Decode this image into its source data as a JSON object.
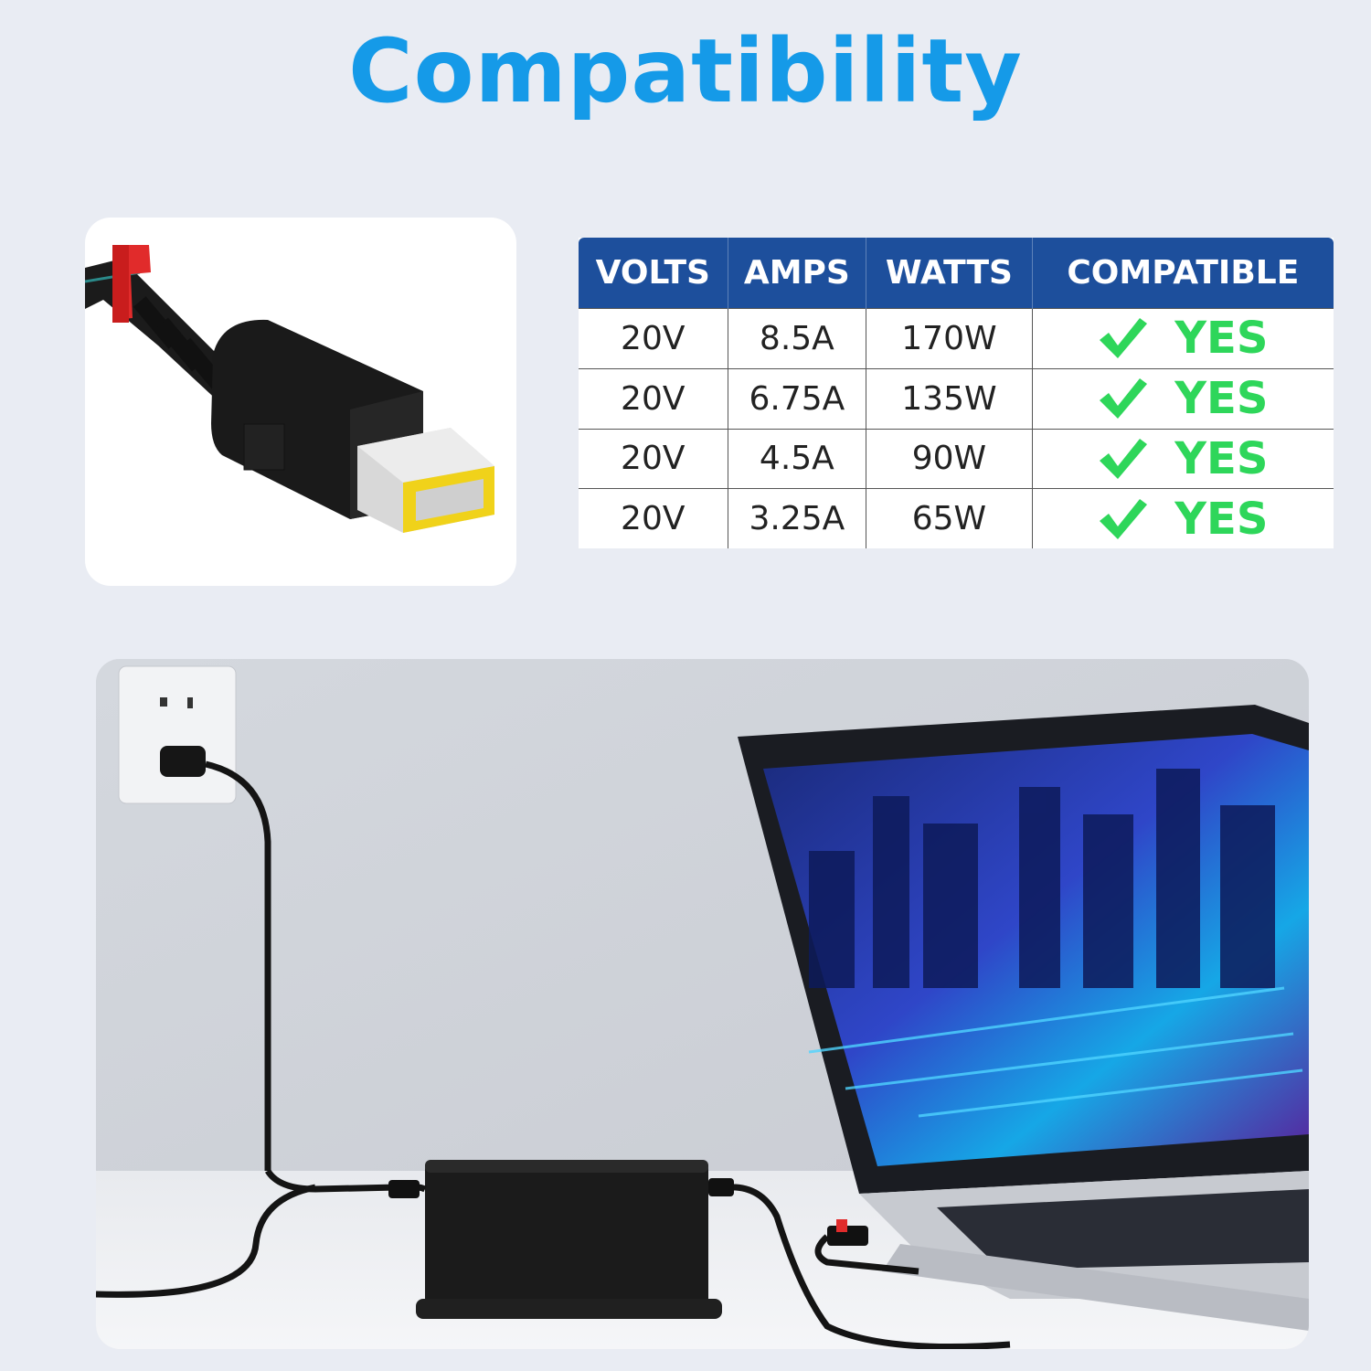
{
  "title": "Compatibility",
  "table": {
    "headers": [
      "VOLTS",
      "AMPS",
      "WATTS",
      "COMPATIBLE"
    ],
    "rows": [
      {
        "volts": "20V",
        "amps": "8.5A",
        "watts": "170W",
        "compatible": "YES"
      },
      {
        "volts": "20V",
        "amps": "6.75A",
        "watts": "135W",
        "compatible": "YES"
      },
      {
        "volts": "20V",
        "amps": "4.5A",
        "watts": "90W",
        "compatible": "YES"
      },
      {
        "volts": "20V",
        "amps": "3.25A",
        "watts": "65W",
        "compatible": "YES"
      }
    ]
  },
  "icons": {
    "check": "check-icon"
  },
  "colors": {
    "title": "#159ae8",
    "header_bg": "#1d4f9c",
    "yes": "#2ed65a",
    "connector_tip": "#f0d21a"
  }
}
